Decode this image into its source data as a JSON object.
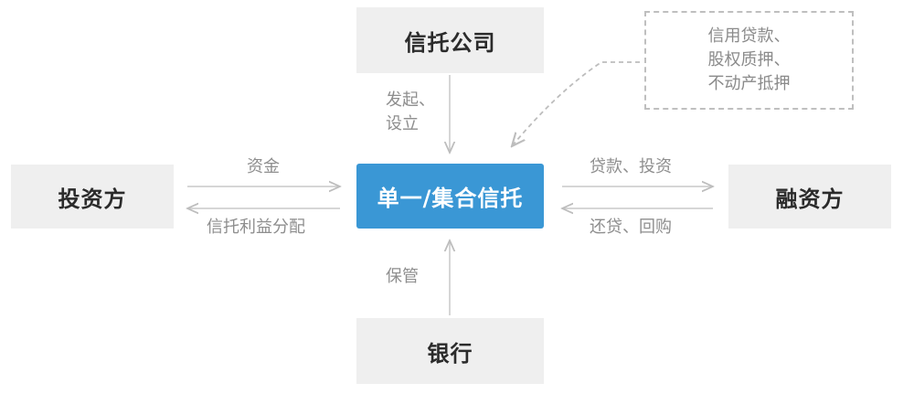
{
  "nodes": {
    "trust_company": "信托公司",
    "center": "单一/集合信托",
    "investor": "投资方",
    "financier": "融资方",
    "bank": "银行"
  },
  "note_lines": [
    "信用贷款、",
    "股权质押、",
    "不动产抵押"
  ],
  "edges": {
    "initiate_line1": "发起、",
    "initiate_line2": "设立",
    "funds": "资金",
    "trust_benefit_distribution": "信托利益分配",
    "loan_investment": "贷款、投资",
    "repay_repurchase": "还贷、回购",
    "custody": "保管"
  },
  "colors": {
    "center_fill": "#3a97d5",
    "node_fill": "#efefef",
    "arrow": "#c8c8c8",
    "label_text": "#8e8e8e"
  }
}
